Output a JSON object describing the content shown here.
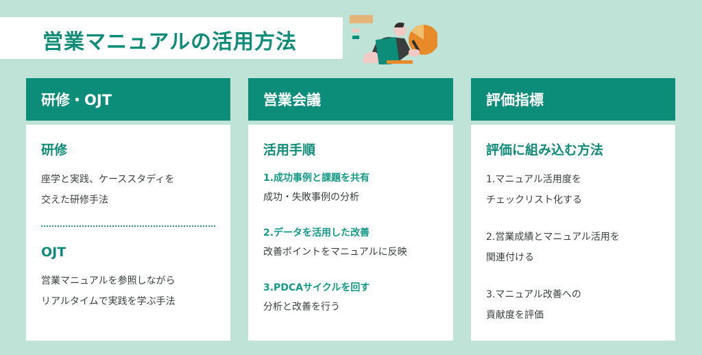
{
  "title": "営業マニュアルの活用方法",
  "illustration": "person-with-pie-chart-illustration",
  "colors": {
    "background": "#bfe3d7",
    "accent": "#0b8d7a",
    "orange": "#e88a2a"
  },
  "cards": [
    {
      "header": "研修・OJT",
      "sections": [
        {
          "subtitle": "研修",
          "text": [
            "座学と実践、ケーススタディを",
            "交えた研修手法"
          ]
        },
        {
          "subtitle": "OJT",
          "text": [
            "営業マニュアルを参照しながら",
            "リアルタイムで実践を学ぶ手法"
          ]
        }
      ]
    },
    {
      "header": "営業会議",
      "subtitle": "活用手順",
      "steps": [
        {
          "title": "1.成功事例と課題を共有",
          "desc": "成功・失敗事例の分析"
        },
        {
          "title": "2.データを活用した改善",
          "desc": "改善ポイントをマニュアルに反映"
        },
        {
          "title": "3.PDCAサイクルを回す",
          "desc": "分析と改善を行う"
        }
      ]
    },
    {
      "header": "評価指標",
      "subtitle": "評価に組み込む方法",
      "items": [
        [
          "1.マニュアル活用度を",
          "チェックリスト化する"
        ],
        [
          "2.営業成績とマニュアル活用を",
          "関連付ける"
        ],
        [
          "3.マニュアル改善への",
          "貢献度を評価"
        ]
      ]
    }
  ]
}
